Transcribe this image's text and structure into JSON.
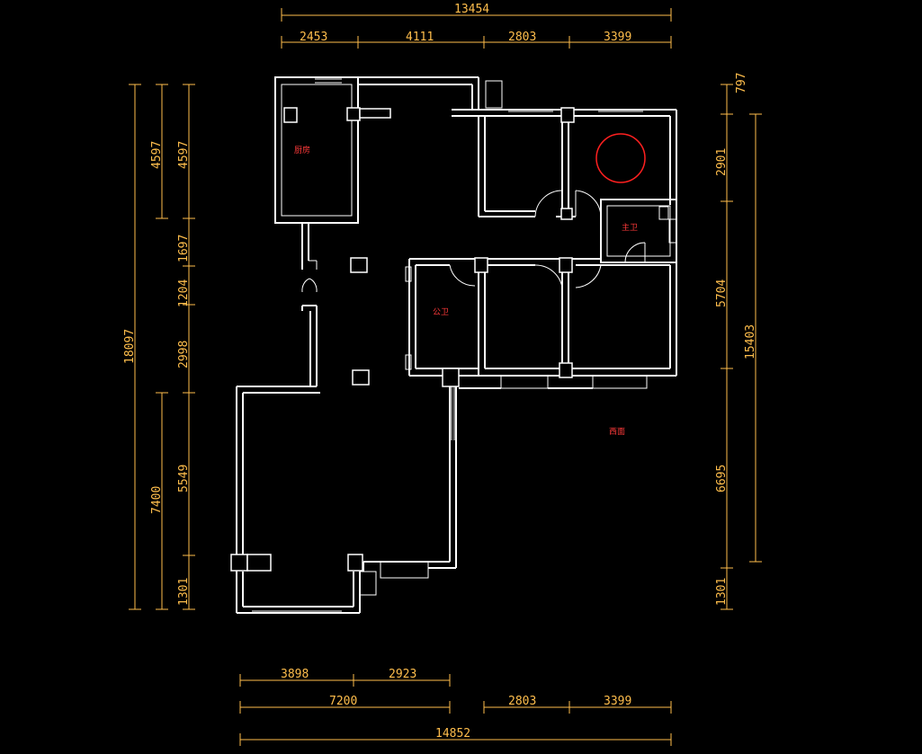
{
  "dimensions": {
    "top_total": "13454",
    "top_segments": [
      "2453",
      "4111",
      "2803",
      "3399"
    ],
    "bottom_segments_a": [
      "3898",
      "2923"
    ],
    "bottom_segments_b": [
      "7200",
      "2803",
      "3399"
    ],
    "bottom_total": "14852",
    "left_outer_total": "18097",
    "left_mid": [
      "4597",
      "7400"
    ],
    "left_inner": [
      "4597",
      "1697",
      "1204",
      "2998",
      "5549",
      "1301"
    ],
    "right_inner": [
      "797",
      "2901",
      "5704",
      "6695",
      "1301"
    ],
    "right_outer_total": "15403"
  },
  "rooms": {
    "kitchen": "厨房",
    "public_bath": "公卫",
    "master_bath": "主卫",
    "west": "西面"
  },
  "colors": {
    "dimension": "#ffbe4c",
    "wall": "#ffffff",
    "label": "#ff3a3a",
    "background": "#000000"
  }
}
